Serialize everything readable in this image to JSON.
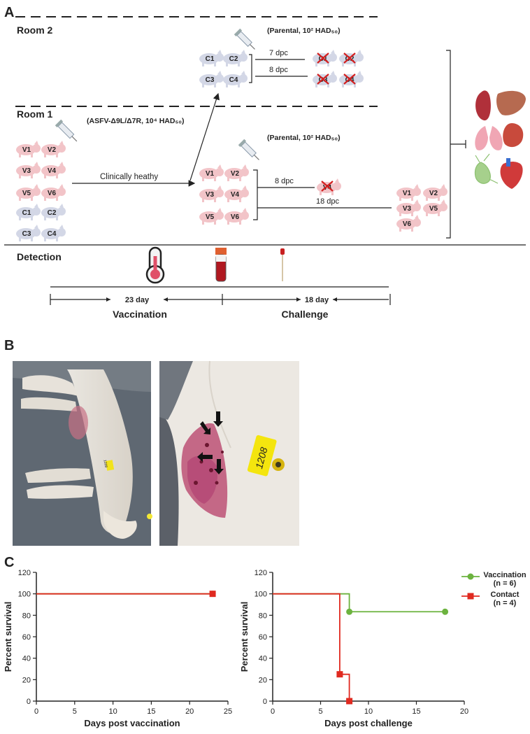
{
  "panel_a": {
    "letter": "A",
    "room2": "Room 2",
    "room1": "Room 1",
    "detection": "Detection",
    "vaccine_label": "(ASFV-Δ9L/Δ7R, 10⁴ HAD₅₀)",
    "parental_label": "(Parental, 10² HAD₅₀)",
    "clinically": "Clinically heathy",
    "dpc7": "7 dpc",
    "dpc8": "8 dpc",
    "dpc18": "18 dpc",
    "day23": "23 day",
    "day18": "18 day",
    "vaccination": "Vaccination",
    "challenge": "Challenge",
    "room1_vacc_pigs": [
      "V1",
      "V2",
      "V3",
      "V4",
      "V5",
      "V6"
    ],
    "room1_ctrl_pigs": [
      "C1",
      "C2",
      "C3",
      "C4"
    ],
    "room2_pigs": [
      "C1",
      "C2",
      "C3",
      "C4"
    ],
    "room2_dead": [
      "C1",
      "C2",
      "C3",
      "C4"
    ],
    "challenged_pigs": [
      "V1",
      "V2",
      "V3",
      "V4",
      "V5",
      "V6"
    ],
    "dead_v": "V4",
    "survivors": [
      "V1",
      "V2",
      "V3",
      "V5",
      "V6"
    ],
    "colors": {
      "pink_pig": "#f2c4c8",
      "blue_pig": "#d3d7e6",
      "pig_text": "#3c3c8c",
      "cross": "#d42020"
    }
  },
  "panel_b": {
    "letter": "B",
    "tag_left": "1208",
    "tag_right": "1208"
  },
  "panel_c": {
    "letter": "C",
    "chart_data": [
      {
        "type": "line",
        "xlabel": "Days post vaccination",
        "ylabel": "Percent survival",
        "xlim": [
          0,
          25
        ],
        "ylim": [
          0,
          120
        ],
        "xticks": [
          "0",
          "5",
          "10",
          "15",
          "20",
          "25"
        ],
        "yticks": [
          "0",
          "20",
          "40",
          "60",
          "80",
          "100",
          "120"
        ],
        "series": [
          {
            "color": "#6cb33f",
            "marker": "circle",
            "x": [
              0,
              23
            ],
            "y": [
              100,
              100
            ]
          },
          {
            "color": "#e02a20",
            "marker": "square",
            "x": [
              0,
              23
            ],
            "y": [
              100,
              100
            ]
          }
        ]
      },
      {
        "type": "line",
        "xlabel": "Days post challenge",
        "ylabel": "Percent survival",
        "xlim": [
          0,
          20
        ],
        "ylim": [
          0,
          120
        ],
        "xticks": [
          "0",
          "5",
          "10",
          "15",
          "20"
        ],
        "yticks": [
          "0",
          "20",
          "40",
          "60",
          "80",
          "100",
          "120"
        ],
        "legend_position": "top-right",
        "series": [
          {
            "name": "Vaccination",
            "n_label": "(n = 6)",
            "color": "#6cb33f",
            "marker": "circle",
            "x": [
              0,
              8,
              18
            ],
            "y": [
              100,
              83.3,
              83.3
            ]
          },
          {
            "name": "Contact",
            "n_label": "(n = 4)",
            "color": "#e02a20",
            "marker": "square",
            "x": [
              0,
              7,
              8
            ],
            "y": [
              100,
              25,
              0
            ]
          }
        ]
      }
    ]
  }
}
